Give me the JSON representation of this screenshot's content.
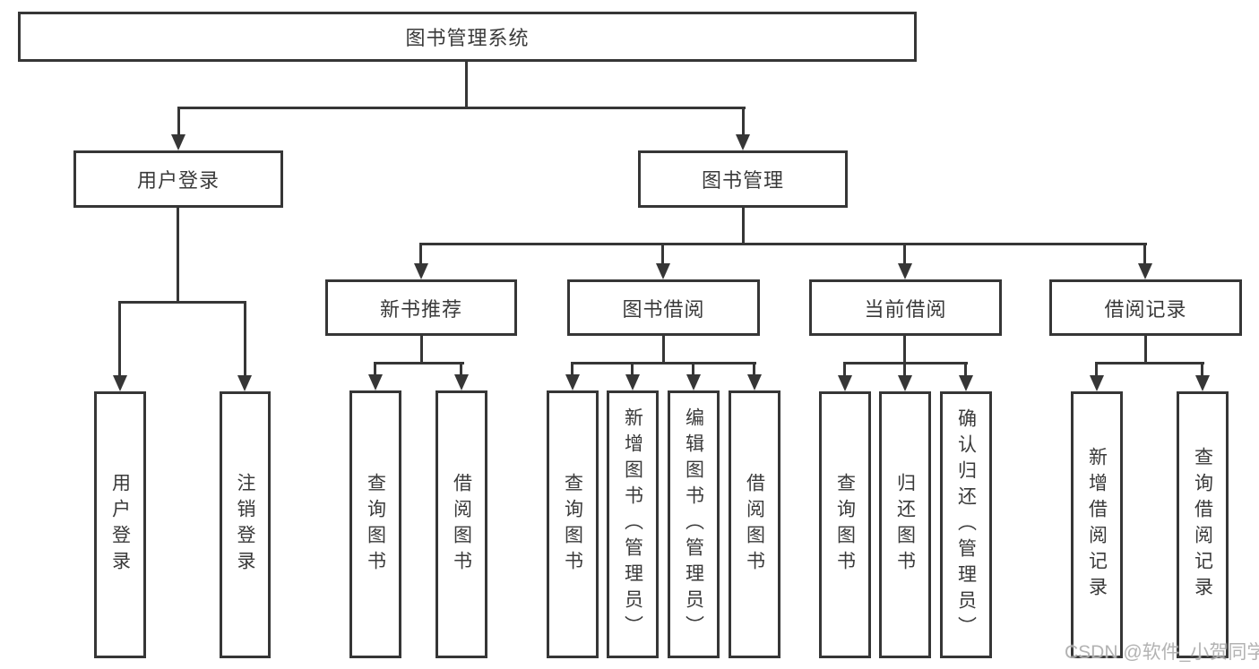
{
  "diagram": {
    "type": "tree",
    "root": {
      "label": "图书管理系统"
    },
    "branches": [
      {
        "label": "用户登录",
        "children": [
          {
            "label": "用户登录"
          },
          {
            "label": "注销登录"
          }
        ]
      },
      {
        "label": "图书管理",
        "children": [
          {
            "label": "新书推荐",
            "children": [
              {
                "label": "查询图书"
              },
              {
                "label": "借阅图书"
              }
            ]
          },
          {
            "label": "图书借阅",
            "children": [
              {
                "label": "查询图书"
              },
              {
                "label": "新增图书（管理员）"
              },
              {
                "label": "编辑图书（管理员）"
              },
              {
                "label": "借阅图书"
              }
            ]
          },
          {
            "label": "当前借阅",
            "children": [
              {
                "label": "查询图书"
              },
              {
                "label": "归还图书"
              },
              {
                "label": "确认归还（管理员）"
              }
            ]
          },
          {
            "label": "借阅记录",
            "children": [
              {
                "label": "新增借阅记录"
              },
              {
                "label": "查询借阅记录"
              }
            ]
          }
        ]
      }
    ]
  },
  "watermark": "CSDN @软件_小贺同学",
  "colors": {
    "line": "#363636",
    "box_border": "#363636",
    "text": "#3a3a3a",
    "watermark": "#acacac",
    "background": "#ffffff"
  }
}
